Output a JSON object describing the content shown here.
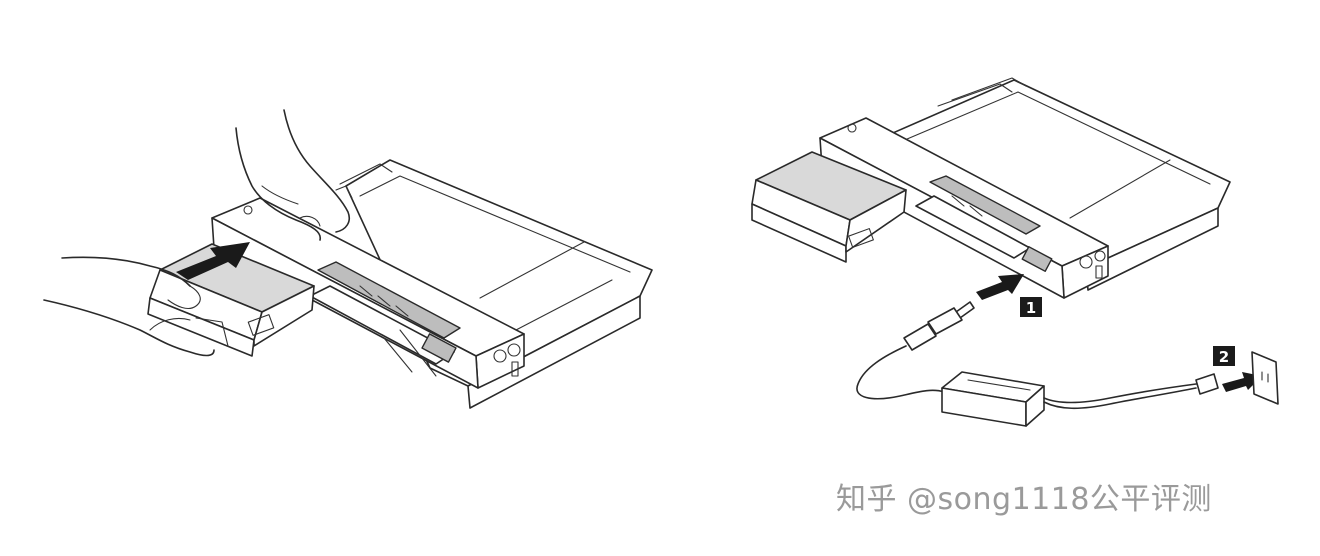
{
  "step_labels": {
    "step1": "1",
    "step2": "2"
  },
  "watermark": "知乎 @song1118公平评测",
  "colors": {
    "line": "#2a2a2a",
    "badge": "#1b1b1b",
    "watermark": "#9a9a9a",
    "background": "#ffffff"
  }
}
